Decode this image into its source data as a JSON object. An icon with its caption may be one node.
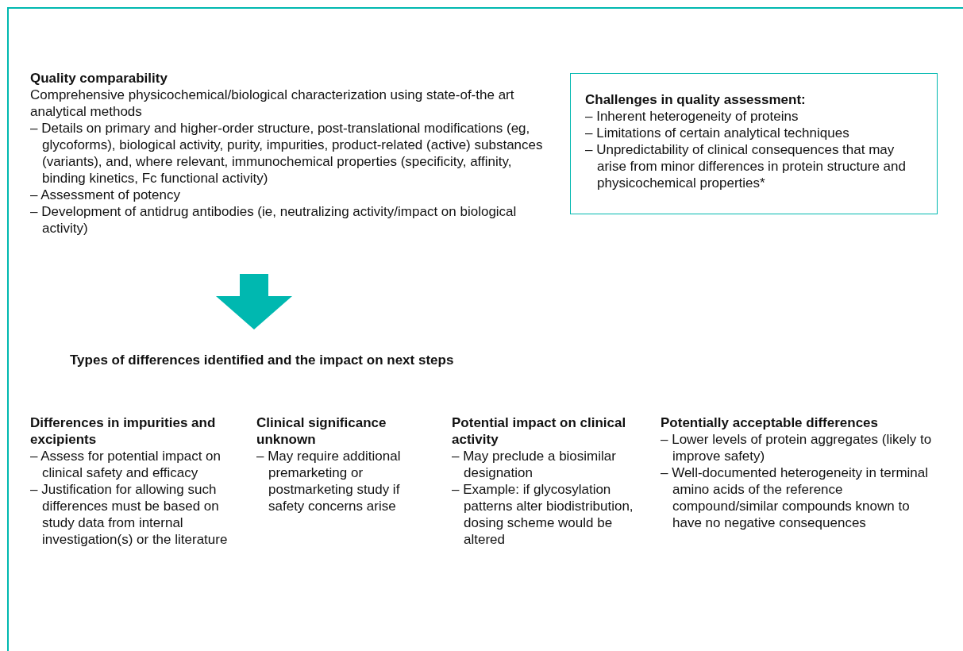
{
  "diagram": {
    "nodes": [
      {
        "text": [
          "Quality comparability",
          "Comprehensive physicochemical/biological characterization using state-of-the art analytical methods",
          "– Details on primary and higher-order structure, post-translational modifications (eg, glycoforms), biological activity, purity, impurities, product-related (active) substances (variants), and, where relevant, immunochemical properties (specificity, affinity, binding kinetics, Fc functional activity)",
          "– Assessment of potency",
          "– Development of antidrug antibodies (ie, neutralizing activity/impact on biological activity)"
        ]
      },
      {
        "text": [
          "Challenges in quality assessment:",
          "– Inherent heterogeneity of proteins",
          "– Limitations of certain analytical techniques",
          "– Unpredictability of clinical consequences that may arise from minor differences in protein structure and physicochemical properties*"
        ]
      },
      {
        "text": [
          "Types of differences identified and the impact on next steps"
        ]
      }
    ],
    "edges": [
      {
        "from": 0,
        "to": 2,
        "arrow": "to",
        "style": "thick",
        "color": "#00b8b0"
      }
    ],
    "labels": [
      "Differences in impurities and excipients",
      "– Assess for potential impact on clinical safety and efficacy",
      "– Justification for allowing such differences must be based on study data from internal investigation(s) or the literature",
      "Clinical significance unknown",
      "– May require additional premarketing or postmarketing study if safety concerns arise",
      "Potential impact on clinical activity",
      "– May preclude a biosimilar designation",
      "– Example: if glycosylation patterns alter biodistribution, dosing scheme would be altered",
      "Potentially acceptable differences",
      "– Lower levels of protein aggregates (likely to improve safety)",
      "– Well-documented heterogeneity in terminal amino acids of the reference compound/similar compounds known to have no negative consequences"
    ]
  }
}
